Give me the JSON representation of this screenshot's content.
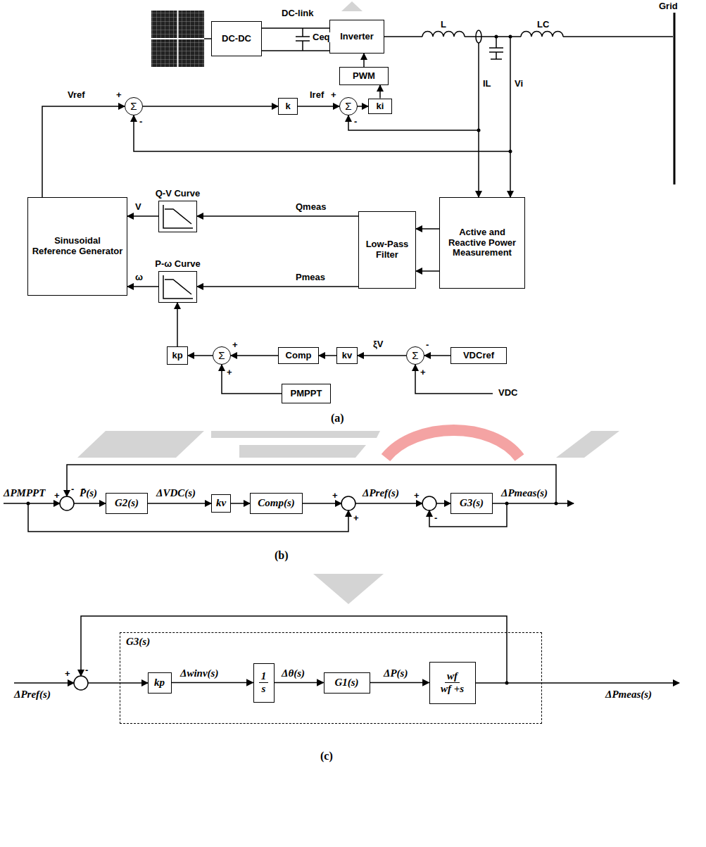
{
  "diagram": {
    "nodes": [
      {
        "text": [
          "DC-DC"
        ]
      },
      {
        "text": [
          "Inverter"
        ]
      },
      {
        "text": [
          "PWM"
        ]
      },
      {
        "text": [
          "Σ"
        ]
      },
      {
        "text": [
          "k"
        ]
      },
      {
        "text": [
          "Σ"
        ]
      },
      {
        "text": [
          "ki"
        ]
      },
      {
        "text": [
          "Q-V Curve"
        ]
      },
      {
        "text": [
          "P-ω Curve"
        ]
      },
      {
        "text": [
          "Sinusoidal Reference Generator"
        ]
      },
      {
        "text": [
          "Low-Pass Filter"
        ]
      },
      {
        "text": [
          "Active and Reactive Power Measurement"
        ]
      },
      {
        "text": [
          "Σ"
        ]
      },
      {
        "text": [
          "kp"
        ]
      },
      {
        "text": [
          "Comp"
        ]
      },
      {
        "text": [
          "kv"
        ]
      },
      {
        "text": [
          "Σ"
        ]
      },
      {
        "text": [
          "VDCref"
        ]
      },
      {
        "text": [
          "PMPPT"
        ]
      },
      {
        "text": [
          "G2(s)"
        ]
      },
      {
        "text": [
          "kv"
        ]
      },
      {
        "text": [
          "Comp(s)"
        ]
      },
      {
        "text": [
          "G3(s)"
        ]
      },
      {
        "text": [
          "G3(s)"
        ]
      },
      {
        "text": [
          "kp"
        ],
        "in": 23
      },
      {
        "text": [
          "1",
          "s"
        ],
        "in": 23
      },
      {
        "text": [
          "G1(s)"
        ],
        "in": 23
      },
      {
        "text": [
          "wf",
          "wf +s"
        ],
        "in": 23
      }
    ],
    "edges": [
      {
        "from": 0,
        "to": 1,
        "arrow": "none"
      },
      {
        "from": 2,
        "to": 1,
        "arrow": "to"
      },
      {
        "from": 3,
        "to": 4,
        "arrow": "to"
      },
      {
        "from": 4,
        "to": 5,
        "label": "Iref",
        "arrow": "to"
      },
      {
        "from": 5,
        "to": 6,
        "arrow": "to"
      },
      {
        "from": 6,
        "to": 2,
        "arrow": "to"
      },
      {
        "from": 9,
        "to": 3,
        "label": "Vref",
        "arrow": "to"
      },
      {
        "from": 7,
        "to": 9,
        "label": "V",
        "arrow": "to"
      },
      {
        "from": 8,
        "to": 9,
        "label": "ω",
        "arrow": "to"
      },
      {
        "from": 10,
        "to": 7,
        "label": "Qmeas",
        "arrow": "to"
      },
      {
        "from": 10,
        "to": 8,
        "label": "Pmeas",
        "arrow": "to"
      },
      {
        "from": 11,
        "to": 10,
        "arrow": "to"
      },
      {
        "from": 11,
        "to": 10,
        "arrow": "to"
      },
      {
        "from": 12,
        "to": 13,
        "arrow": "to"
      },
      {
        "from": 13,
        "to": 8,
        "arrow": "to"
      },
      {
        "from": 14,
        "to": 12,
        "arrow": "to"
      },
      {
        "from": 15,
        "to": 14,
        "arrow": "to"
      },
      {
        "from": 16,
        "to": 15,
        "label": "ξV",
        "arrow": "to"
      },
      {
        "from": 17,
        "to": 16,
        "arrow": "to"
      },
      {
        "from": 18,
        "to": 12,
        "arrow": "to"
      },
      {
        "from": 19,
        "to": 20,
        "label": "ΔVDC(s)",
        "arrow": "to"
      },
      {
        "from": 20,
        "to": 21,
        "arrow": "to"
      },
      {
        "from": 24,
        "to": 25,
        "label": "Δwinv(s)",
        "arrow": "to"
      },
      {
        "from": 25,
        "to": 26,
        "label": "Δθ(s)",
        "arrow": "to"
      },
      {
        "from": 26,
        "to": 27,
        "label": "ΔP(s)",
        "arrow": "to"
      }
    ],
    "labels": [
      "DC-link",
      "Ceq",
      "L",
      "LC",
      "Grid",
      "IL",
      "Vi",
      "+",
      "-",
      "+",
      "-",
      "VDC",
      "+",
      "+",
      "-",
      "+",
      "(a)",
      "ΔPMPPT",
      "+",
      "-",
      "P̄(s)",
      "+",
      "+",
      "ΔPref(s)",
      "+",
      "-",
      "ΔPmeas(s)",
      "(b)",
      "ΔPref(s)",
      "+",
      "-",
      "ΔPmeas(s)",
      "(c)"
    ]
  }
}
